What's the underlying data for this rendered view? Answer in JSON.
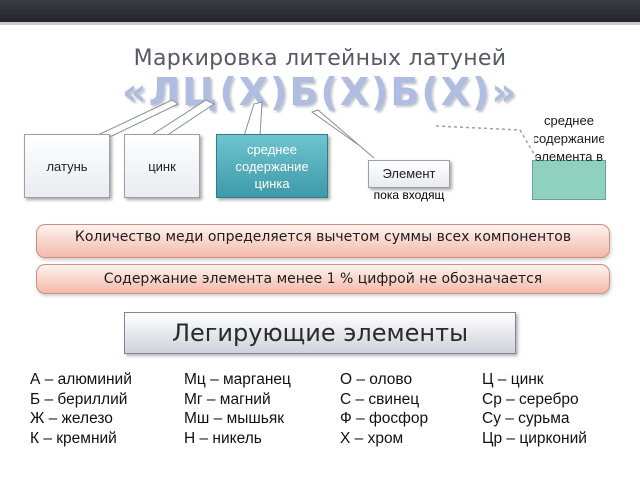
{
  "title": "Маркировка литейных латуней",
  "formula": "«ЛЦ(Х)Б(Х)Б(Х)»",
  "labels": {
    "latun": "латунь",
    "zinc": "цинк",
    "avg_zinc": "среднее содержание цинка",
    "element": "Элемент",
    "element_partial": "пока входящ",
    "avg_element": "среднее содержание элемента в"
  },
  "notes": [
    "Количество меди определяется вычетом суммы всех компонентов",
    "Содержание элемента менее 1 % цифрой не обозначается"
  ],
  "alloying_heading": "Легирующие элементы",
  "elements": [
    [
      "А – алюминий",
      "Б – бериллий",
      "Ж – железо",
      "К – кремний"
    ],
    [
      "Мц – марганец",
      "Мг – магний",
      "Мш – мышьяк",
      "Н – никель"
    ],
    [
      "О – олово",
      "С – свинец",
      "Ф – фосфор",
      "Х – хром"
    ],
    [
      "Ц – цинк",
      "Ср – серебро",
      "Су – сурьма",
      "Цр – цирконий"
    ]
  ],
  "colors": {
    "teal_box": "#4fb0bd",
    "note_bar": "#f4b9a9",
    "formula": "#aebde0",
    "topbar": "#2b2d33"
  }
}
